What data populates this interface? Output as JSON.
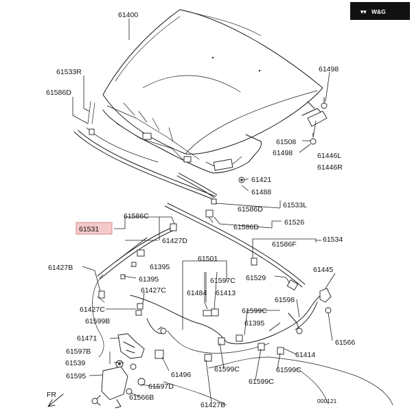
{
  "brand_logo": {
    "mark": "▾▾",
    "text": "W&G"
  },
  "direction_label": "FR",
  "diagram_code": "000121",
  "colors": {
    "highlight": "#f4c9c9",
    "logo_bg": "#111111",
    "line": "#1a1a1a"
  },
  "part_labels": [
    "61400",
    "61533R",
    "61586D",
    "61498",
    "61508",
    "61498",
    "61446L",
    "61446R",
    "61421",
    "61488",
    "61586D",
    "61533L",
    "61586C",
    "61531",
    "61427D",
    "61526",
    "61586D",
    "61586F",
    "61534",
    "61427B",
    "61395",
    "61395",
    "61501",
    "61597C",
    "61484",
    "61413",
    "61529",
    "61445",
    "61427C",
    "61427C",
    "61599B",
    "61598",
    "61599C",
    "61395",
    "61471",
    "61566",
    "61597B",
    "61539",
    "61414",
    "61595",
    "61496",
    "61599C",
    "61599C",
    "61597D",
    "61599C",
    "61566B",
    "61427B"
  ]
}
